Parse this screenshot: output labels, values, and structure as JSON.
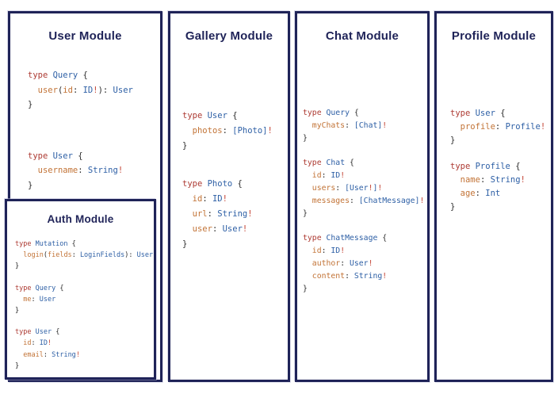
{
  "colors": {
    "border": "#1f2358",
    "title_text": "#1f2358",
    "keyword": "#ad3a32",
    "typename": "#2d5fa5",
    "field": "#c27336",
    "bang": "#c44536",
    "punct": "#2d2d2d",
    "panel_bg": "#ffffff",
    "page_bg": "#ffffff"
  },
  "panels": {
    "user": {
      "title": "User Module",
      "code": [
        [
          [
            [
              "k",
              "type "
            ],
            [
              "t",
              "Query "
            ],
            [
              "p",
              "{"
            ]
          ],
          [
            [
              "p",
              "  "
            ],
            [
              "f",
              "user"
            ],
            [
              "p",
              "("
            ],
            [
              "f",
              "id"
            ],
            [
              "p",
              ": "
            ],
            [
              "t",
              "ID"
            ],
            [
              "b",
              "!"
            ],
            [
              "p",
              "): "
            ],
            [
              "t",
              "User"
            ]
          ],
          [
            [
              "p",
              "}"
            ]
          ]
        ],
        [
          [
            [
              "k",
              "type "
            ],
            [
              "t",
              "User "
            ],
            [
              "p",
              "{"
            ]
          ],
          [
            [
              "p",
              "  "
            ],
            [
              "f",
              "username"
            ],
            [
              "p",
              ": "
            ],
            [
              "t",
              "String"
            ],
            [
              "b",
              "!"
            ]
          ],
          [
            [
              "p",
              "}"
            ]
          ]
        ]
      ]
    },
    "auth": {
      "title": "Auth Module",
      "code": [
        [
          [
            [
              "k",
              "type "
            ],
            [
              "t",
              "Mutation "
            ],
            [
              "p",
              "{"
            ]
          ],
          [
            [
              "p",
              "  "
            ],
            [
              "f",
              "login"
            ],
            [
              "p",
              "("
            ],
            [
              "f",
              "fields"
            ],
            [
              "p",
              ": "
            ],
            [
              "t",
              "LoginFields"
            ],
            [
              "p",
              "): "
            ],
            [
              "t",
              "User"
            ]
          ],
          [
            [
              "p",
              "}"
            ]
          ]
        ],
        [
          [
            [
              "k",
              "type "
            ],
            [
              "t",
              "Query "
            ],
            [
              "p",
              "{"
            ]
          ],
          [
            [
              "p",
              "  "
            ],
            [
              "f",
              "me"
            ],
            [
              "p",
              ": "
            ],
            [
              "t",
              "User"
            ]
          ],
          [
            [
              "p",
              "}"
            ]
          ]
        ],
        [
          [
            [
              "k",
              "type "
            ],
            [
              "t",
              "User "
            ],
            [
              "p",
              "{"
            ]
          ],
          [
            [
              "p",
              "  "
            ],
            [
              "f",
              "id"
            ],
            [
              "p",
              ": "
            ],
            [
              "t",
              "ID"
            ],
            [
              "b",
              "!"
            ]
          ],
          [
            [
              "p",
              "  "
            ],
            [
              "f",
              "email"
            ],
            [
              "p",
              ": "
            ],
            [
              "t",
              "String"
            ],
            [
              "b",
              "!"
            ]
          ],
          [
            [
              "p",
              "}"
            ]
          ]
        ]
      ]
    },
    "gallery": {
      "title": "Gallery Module",
      "code": [
        [
          [
            [
              "k",
              "type "
            ],
            [
              "t",
              "User "
            ],
            [
              "p",
              "{"
            ]
          ],
          [
            [
              "p",
              "  "
            ],
            [
              "f",
              "photos"
            ],
            [
              "p",
              ": "
            ],
            [
              "t",
              "[Photo]"
            ],
            [
              "b",
              "!"
            ]
          ],
          [
            [
              "p",
              "}"
            ]
          ]
        ],
        [
          [
            [
              "k",
              "type "
            ],
            [
              "t",
              "Photo "
            ],
            [
              "p",
              "{"
            ]
          ],
          [
            [
              "p",
              "  "
            ],
            [
              "f",
              "id"
            ],
            [
              "p",
              ": "
            ],
            [
              "t",
              "ID"
            ],
            [
              "b",
              "!"
            ]
          ],
          [
            [
              "p",
              "  "
            ],
            [
              "f",
              "url"
            ],
            [
              "p",
              ": "
            ],
            [
              "t",
              "String"
            ],
            [
              "b",
              "!"
            ]
          ],
          [
            [
              "p",
              "  "
            ],
            [
              "f",
              "user"
            ],
            [
              "p",
              ": "
            ],
            [
              "t",
              "User"
            ],
            [
              "b",
              "!"
            ]
          ],
          [
            [
              "p",
              "}"
            ]
          ]
        ]
      ]
    },
    "chat": {
      "title": "Chat Module",
      "code": [
        [
          [
            [
              "k",
              "type "
            ],
            [
              "t",
              "Query "
            ],
            [
              "p",
              "{"
            ]
          ],
          [
            [
              "p",
              "  "
            ],
            [
              "f",
              "myChats"
            ],
            [
              "p",
              ": "
            ],
            [
              "t",
              "[Chat]"
            ],
            [
              "b",
              "!"
            ]
          ],
          [
            [
              "p",
              "}"
            ]
          ]
        ],
        [
          [
            [
              "k",
              "type "
            ],
            [
              "t",
              "Chat "
            ],
            [
              "p",
              "{"
            ]
          ],
          [
            [
              "p",
              "  "
            ],
            [
              "f",
              "id"
            ],
            [
              "p",
              ": "
            ],
            [
              "t",
              "ID"
            ],
            [
              "b",
              "!"
            ]
          ],
          [
            [
              "p",
              "  "
            ],
            [
              "f",
              "users"
            ],
            [
              "p",
              ": "
            ],
            [
              "t",
              "[User"
            ],
            [
              "b",
              "!"
            ],
            [
              "t",
              "]"
            ],
            [
              "b",
              "!"
            ]
          ],
          [
            [
              "p",
              "  "
            ],
            [
              "f",
              "messages"
            ],
            [
              "p",
              ": "
            ],
            [
              "t",
              "[ChatMessage]"
            ],
            [
              "b",
              "!"
            ]
          ],
          [
            [
              "p",
              "}"
            ]
          ]
        ],
        [
          [
            [
              "k",
              "type "
            ],
            [
              "t",
              "ChatMessage "
            ],
            [
              "p",
              "{"
            ]
          ],
          [
            [
              "p",
              "  "
            ],
            [
              "f",
              "id"
            ],
            [
              "p",
              ": "
            ],
            [
              "t",
              "ID"
            ],
            [
              "b",
              "!"
            ]
          ],
          [
            [
              "p",
              "  "
            ],
            [
              "f",
              "author"
            ],
            [
              "p",
              ": "
            ],
            [
              "t",
              "User"
            ],
            [
              "b",
              "!"
            ]
          ],
          [
            [
              "p",
              "  "
            ],
            [
              "f",
              "content"
            ],
            [
              "p",
              ": "
            ],
            [
              "t",
              "String"
            ],
            [
              "b",
              "!"
            ]
          ],
          [
            [
              "p",
              "}"
            ]
          ]
        ]
      ]
    },
    "profile": {
      "title": "Profile Module",
      "code": [
        [
          [
            [
              "k",
              "type "
            ],
            [
              "t",
              "User "
            ],
            [
              "p",
              "{"
            ]
          ],
          [
            [
              "p",
              "  "
            ],
            [
              "f",
              "profile"
            ],
            [
              "p",
              ": "
            ],
            [
              "t",
              "Profile"
            ],
            [
              "b",
              "!"
            ]
          ],
          [
            [
              "p",
              "}"
            ]
          ]
        ],
        [
          [
            [
              "k",
              "type "
            ],
            [
              "t",
              "Profile "
            ],
            [
              "p",
              "{"
            ]
          ],
          [
            [
              "p",
              "  "
            ],
            [
              "f",
              "name"
            ],
            [
              "p",
              ": "
            ],
            [
              "t",
              "String"
            ],
            [
              "b",
              "!"
            ]
          ],
          [
            [
              "p",
              "  "
            ],
            [
              "f",
              "age"
            ],
            [
              "p",
              ": "
            ],
            [
              "t",
              "Int"
            ]
          ],
          [
            [
              "p",
              "}"
            ]
          ]
        ]
      ]
    }
  }
}
